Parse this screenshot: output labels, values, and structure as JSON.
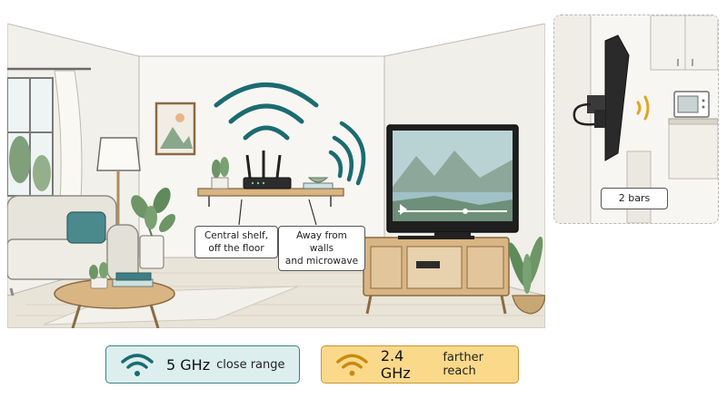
{
  "callouts": {
    "shelf": "Central shelf,\noff the floor",
    "walls": "Away from walls\nand microwave"
  },
  "inset": {
    "bars_label": "2 bars"
  },
  "legend": {
    "five_ghz": {
      "freq": "5 GHz",
      "desc": "close range",
      "color": "#1b6b72"
    },
    "two_four_ghz": {
      "freq": "2.4 GHz",
      "desc": "farther reach",
      "color": "#e0a422"
    }
  },
  "colors": {
    "wifi_teal": "#1b6b72",
    "wifi_orange": "#e0a422",
    "wood": "#d8b582",
    "sofa": "#e7e4dc",
    "pillow": "#4a8a8c"
  },
  "icons": [
    "router-icon",
    "wifi-5ghz-icon",
    "wifi-24ghz-icon",
    "tv-icon",
    "microwave-icon"
  ]
}
